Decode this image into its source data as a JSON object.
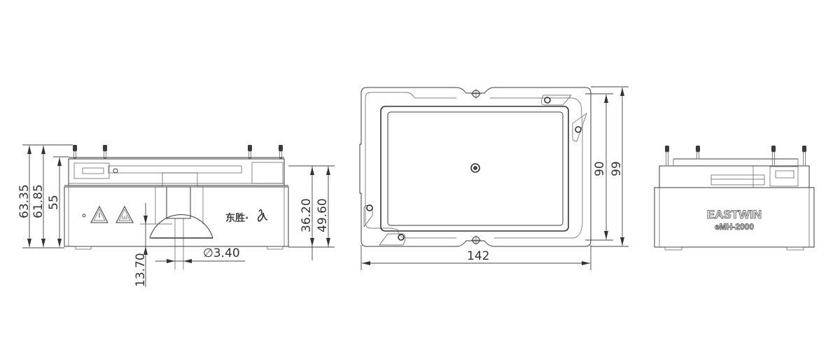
{
  "drawing": {
    "title": "EASTWIN eMH-2000 dimension drawing",
    "views": {
      "left_side": {
        "dimensions": {
          "overall_height": "63.35",
          "height_to_plate": "61.85",
          "height_to_top": "55",
          "base_height": "36.20",
          "height_with_plate": "49.60",
          "probe_depth": "13.70",
          "hole_diameter": "∅3.40"
        },
        "logo_text": "东胜·",
        "icons": [
          "warning-icon",
          "hot-surface-icon"
        ]
      },
      "top": {
        "dimensions": {
          "width": "142",
          "inner_height": "90",
          "outer_height": "99"
        }
      },
      "right_side": {
        "brand": "EASTWIN",
        "model": "eMH-2000"
      }
    }
  }
}
